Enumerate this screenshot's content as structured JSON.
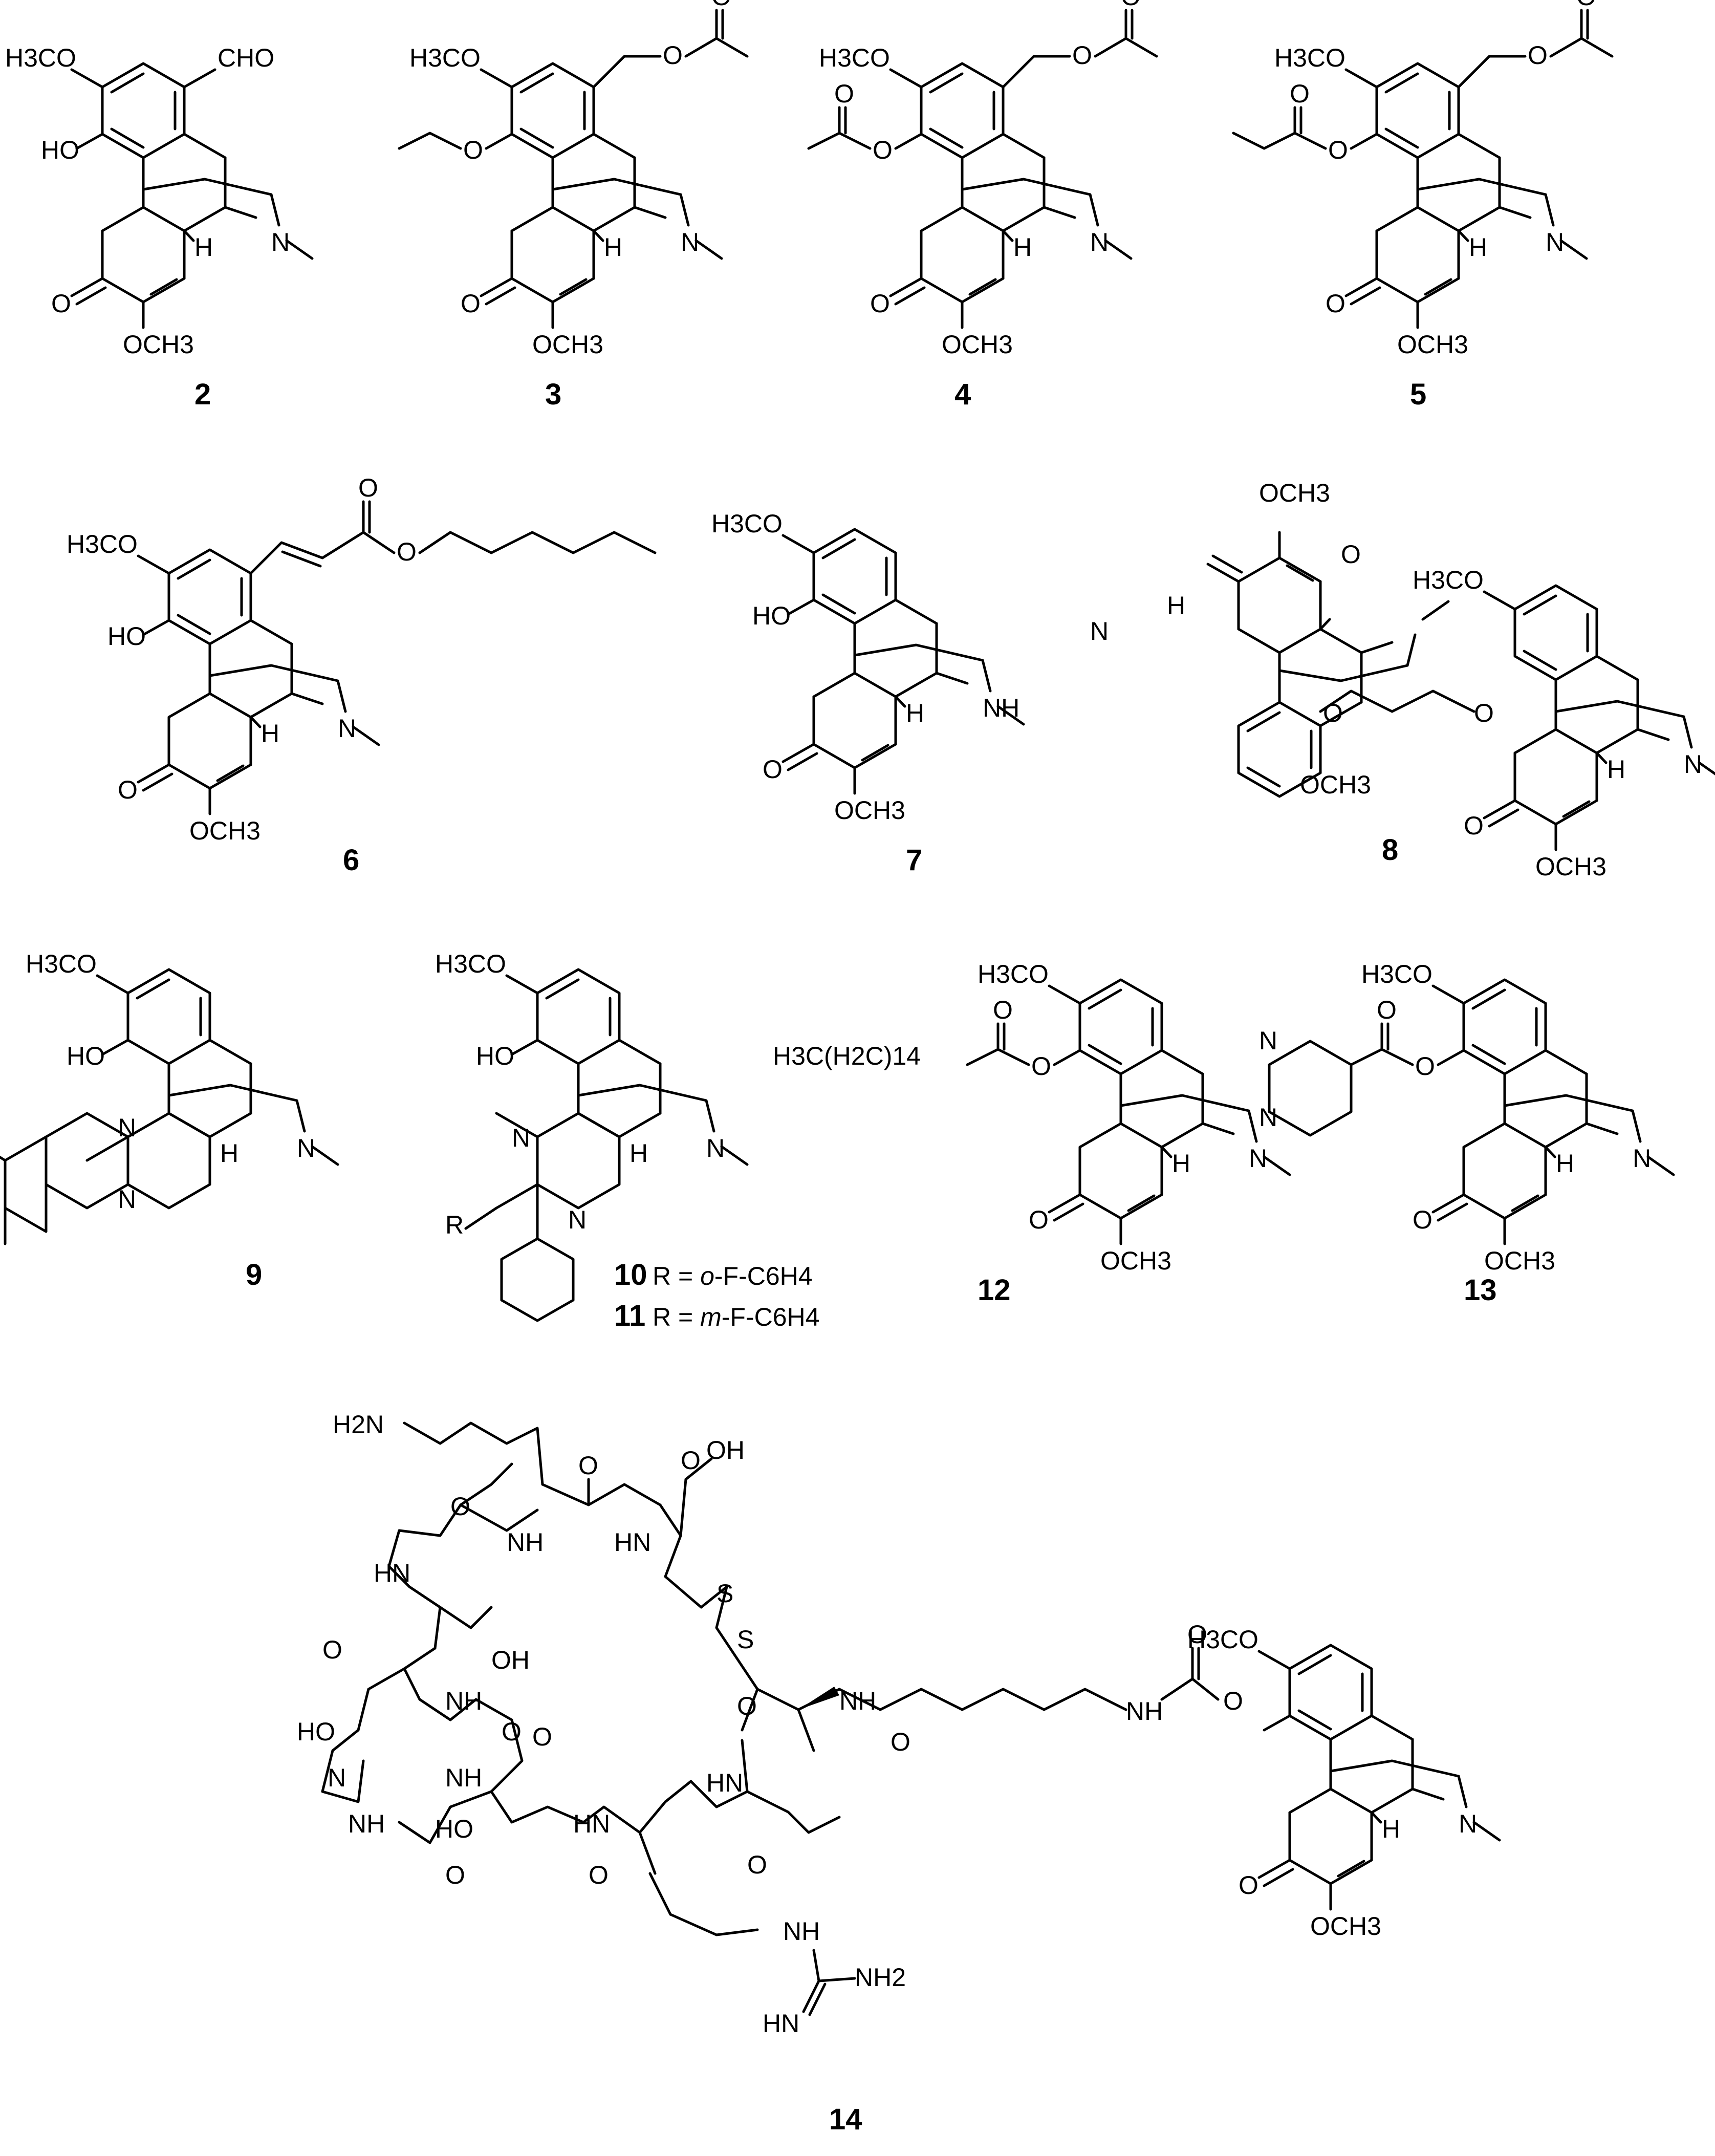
{
  "compounds": [
    {
      "number": "2",
      "labels": {
        "top_left": "H3CO",
        "top_right": "CHO",
        "hydroxy": "HO",
        "ketone": "O",
        "methoxy": "OCH3",
        "amine": "N",
        "stereo_h": "H"
      }
    },
    {
      "number": "3",
      "labels": {
        "top_left": "H3CO",
        "ester_o": "O",
        "ester_eq": "O",
        "ether_o": "O",
        "ketone": "O",
        "methoxy": "OCH3",
        "amine": "N",
        "stereo_h": "H"
      }
    },
    {
      "number": "4",
      "labels": {
        "top_left": "H3CO",
        "ester_o": "O",
        "ester_eq": "O",
        "acetoxy_o": "O",
        "acetoxy_eq": "O",
        "ketone": "O",
        "methoxy": "OCH3",
        "amine": "N",
        "stereo_h": "H"
      }
    },
    {
      "number": "5",
      "labels": {
        "top_left": "H3CO",
        "ester_o": "O",
        "ester_eq": "O",
        "propanoyl_o": "O",
        "propanoyl_eq": "O",
        "ketone": "O",
        "methoxy": "OCH3",
        "amine": "N",
        "stereo_h": "H"
      }
    },
    {
      "number": "6",
      "labels": {
        "top_left": "H3CO",
        "hydroxy": "HO",
        "ester_o": "O",
        "ester_eq": "O",
        "ketone": "O",
        "methoxy": "OCH3",
        "amine": "N",
        "stereo_h": "H"
      }
    },
    {
      "number": "7",
      "labels": {
        "top_left": "H3CO",
        "hydroxy": "HO",
        "ketone": "O",
        "methoxy": "OCH3",
        "amine": "NH",
        "stereo_h": "H"
      }
    },
    {
      "number": "8",
      "labels": {
        "top_methoxy": "OCH3",
        "top_ketone": "O",
        "amine_left": "N",
        "stereo_h_left": "H",
        "linker_o1": "O",
        "linker_o2": "O",
        "bottom_methoxy": "OCH3",
        "right_top": "H3CO",
        "right_ketone": "O",
        "right_methoxy": "OCH3",
        "amine_right": "N",
        "stereo_h_right": "H"
      }
    },
    {
      "number": "9",
      "labels": {
        "top_left": "H3CO",
        "hydroxy": "HO",
        "n1": "N",
        "n2": "N",
        "amine": "N",
        "stereo_h": "H"
      }
    },
    {
      "number": "10",
      "labels": {
        "top_left": "H3CO",
        "hydroxy": "HO",
        "n1": "N",
        "n2": "N",
        "r": "R",
        "amine": "N",
        "stereo_h": "H"
      },
      "caption": {
        "prefix": "R = ",
        "italic": "o",
        "rest": "-F-C6H4"
      }
    },
    {
      "number": "11",
      "caption": {
        "prefix": "R = ",
        "italic": "m",
        "rest": "-F-C6H4"
      }
    },
    {
      "number": "12",
      "labels": {
        "top_left": "H3CO",
        "chain": "H3C(H2C)14",
        "ester_o": "O",
        "ester_eq": "O",
        "ketone": "O",
        "methoxy": "OCH3",
        "amine": "N",
        "stereo_h": "H"
      }
    },
    {
      "number": "13",
      "labels": {
        "top_left": "H3CO",
        "pyrazine_n1": "N",
        "pyrazine_n2": "N",
        "ester_o": "O",
        "ester_eq": "O",
        "ketone": "O",
        "methoxy": "OCH3",
        "amine": "N",
        "stereo_h": "H"
      }
    },
    {
      "number": "14",
      "labels": {
        "h2n": "H2N",
        "o1": "O",
        "oh1": "OH",
        "o2": "O",
        "nh1": "NH",
        "hn1": "HN",
        "o3": "O",
        "hn2": "HN",
        "s1": "S",
        "s2": "S",
        "o4": "O",
        "oh2": "OH",
        "nh2": "NH",
        "o5": "O",
        "ho": "HO",
        "o6": "O",
        "n_im": "N",
        "hn3": "HN",
        "o7": "O",
        "nh3": "NH",
        "hn4": "HN",
        "ho2": "HO",
        "o8": "O",
        "o9": "O",
        "o10": "O",
        "nh_im": "NH",
        "nh_link": "NH",
        "o_link": "O",
        "nh_carb": "NH",
        "o_carb": "O",
        "o_carb2": "O",
        "nh_g": "NH",
        "nh2_g": "NH2",
        "hn_g": "HN",
        "top_left": "H3CO",
        "ketone": "O",
        "methoxy": "OCH3",
        "amine": "N",
        "stereo_h": "H"
      }
    }
  ]
}
